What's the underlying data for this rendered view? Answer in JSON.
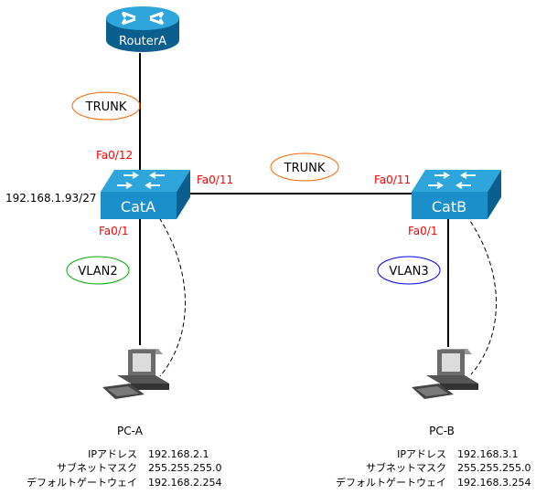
{
  "router": {
    "name": "RouterA"
  },
  "switches": {
    "cata": {
      "name": "CatA",
      "ip": "192.168.1.93/27",
      "ports": {
        "uplink": "Fa0/12",
        "trunk": "Fa0/11",
        "access": "Fa0/1"
      }
    },
    "catb": {
      "name": "CatB",
      "ports": {
        "trunk": "Fa0/11",
        "access": "Fa0/1"
      }
    }
  },
  "links": {
    "router_cata": {
      "label": "TRUNK",
      "color": "#ff6600"
    },
    "cata_catb": {
      "label": "TRUNK",
      "color": "#ff6600"
    },
    "cata_pca": {
      "label": "VLAN2",
      "color": "#00aa00"
    },
    "catb_pcb": {
      "label": "VLAN3",
      "color": "#0000ff"
    }
  },
  "pcs": {
    "pca": {
      "name": "PC-A",
      "fields": [
        {
          "label": "IPアドレス",
          "value": "192.168.2.1"
        },
        {
          "label": "サブネットマスク",
          "value": "255.255.255.0"
        },
        {
          "label": "デフォルトゲートウェイ",
          "value": "192.168.2.254"
        }
      ]
    },
    "pcb": {
      "name": "PC-B",
      "fields": [
        {
          "label": "IPアドレス",
          "value": "192.168.3.1"
        },
        {
          "label": "サブネットマスク",
          "value": "255.255.255.0"
        },
        {
          "label": "デフォルトゲートウェイ",
          "value": "192.168.3.254"
        }
      ]
    }
  },
  "colors": {
    "device_blue": "#1a8fc9",
    "device_dark": "#0b5f8f",
    "port_red": "#ff0000"
  }
}
